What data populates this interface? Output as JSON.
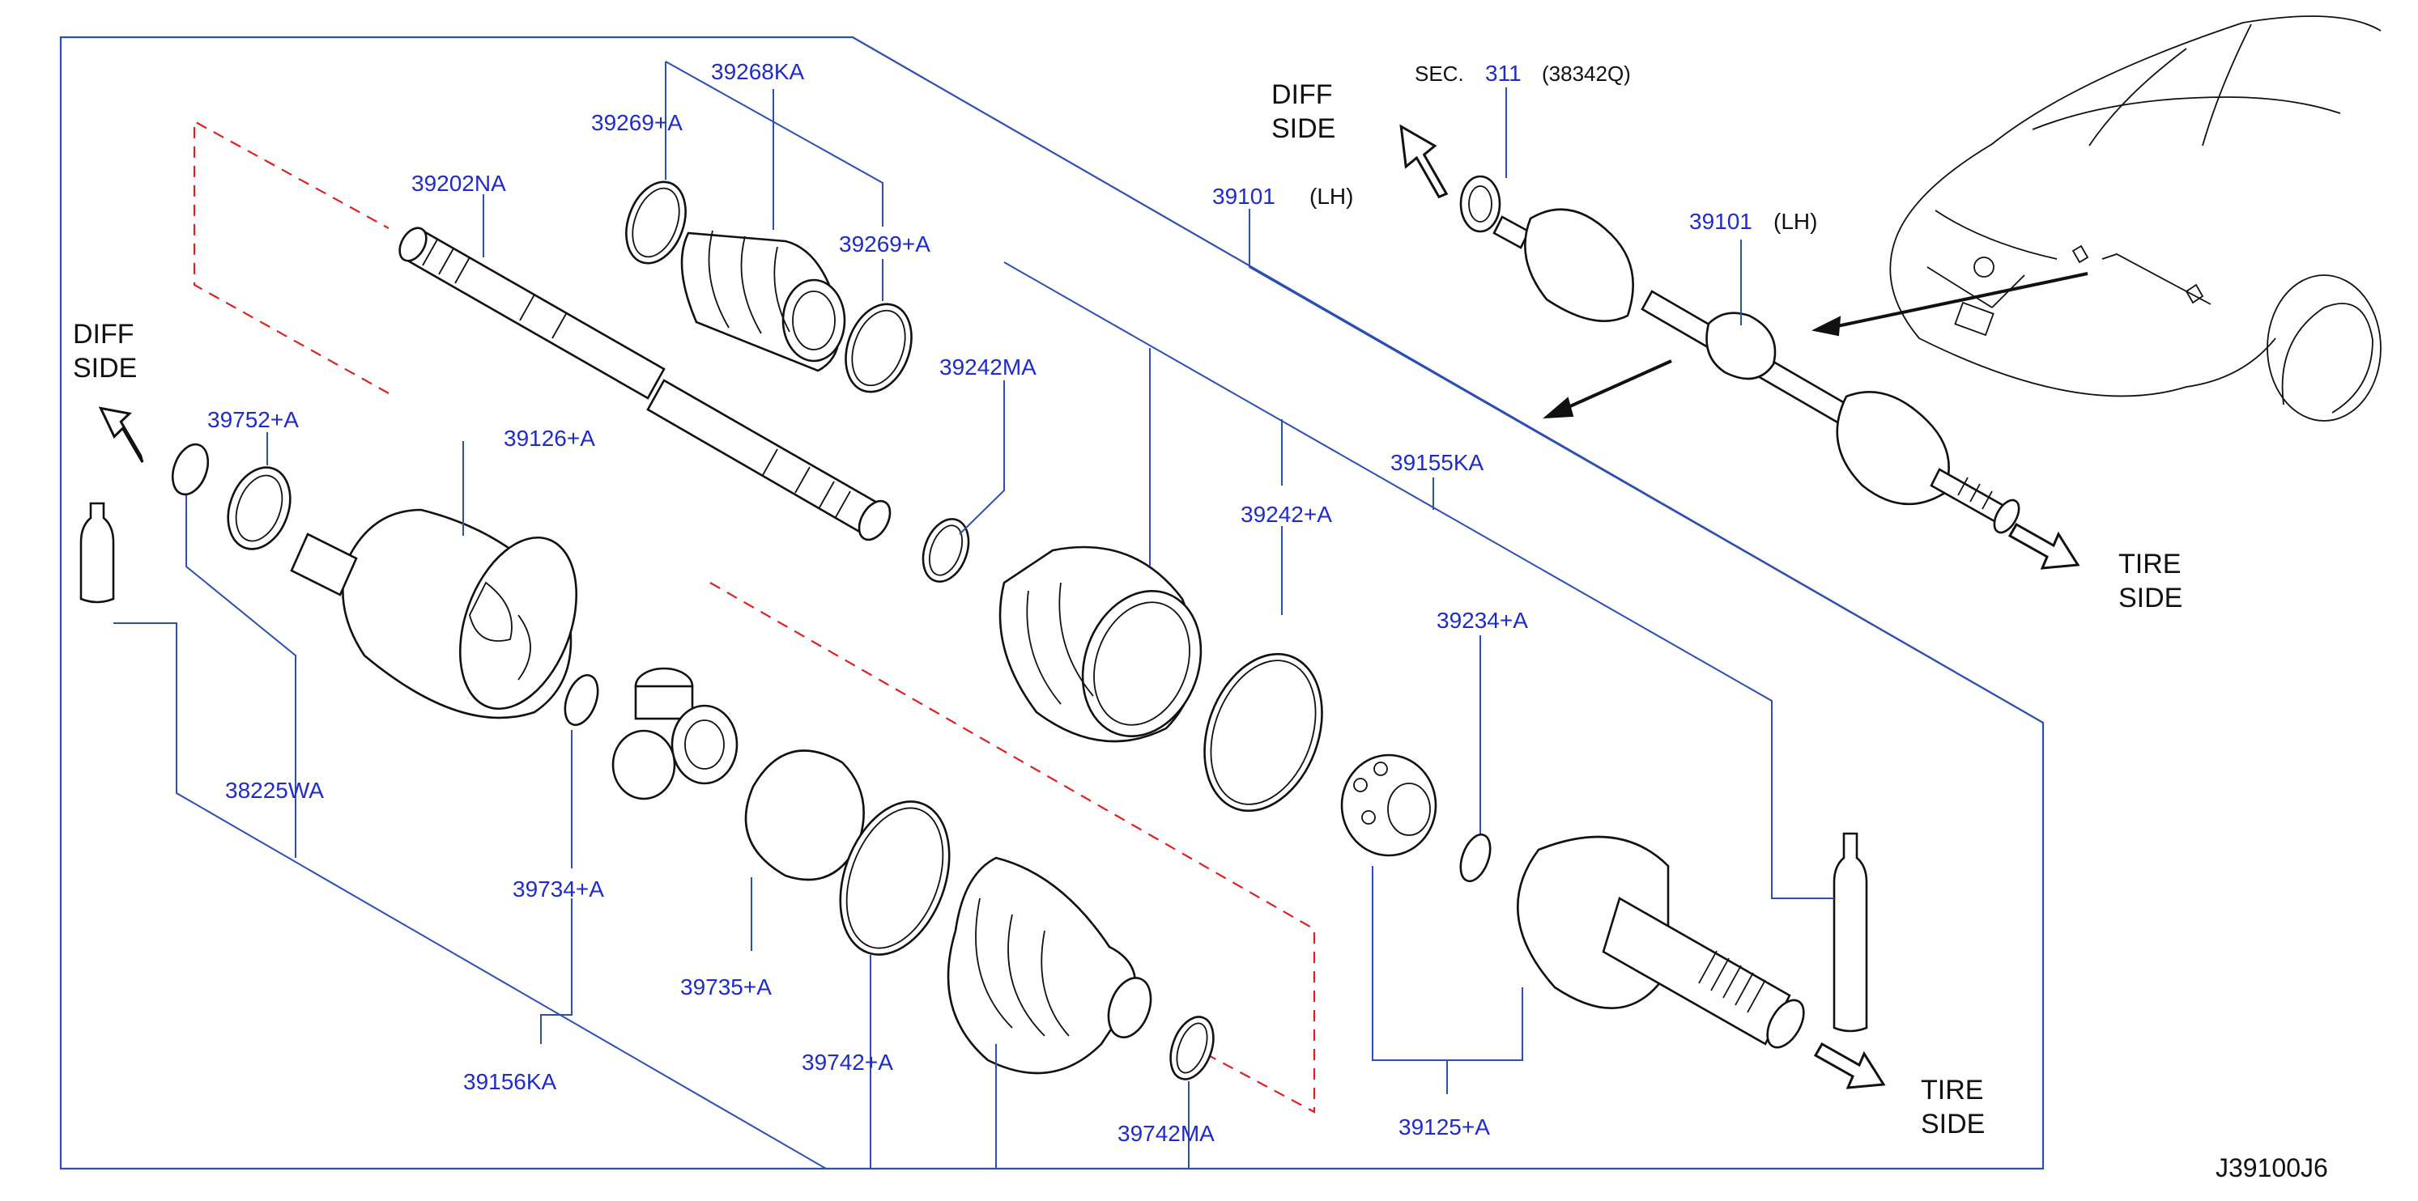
{
  "labels": {
    "p39268KA": "39268KA",
    "p39269A_1": "39269+A",
    "p39269A_2": "39269+A",
    "p39202NA": "39202NA",
    "p39101": "39101",
    "lh1": "(LH)",
    "p39242MA": "39242MA",
    "p39752A": "39752+A",
    "p39126A": "39126+A",
    "p39155KA": "39155KA",
    "p39242A": "39242+A",
    "p39234A": "39234+A",
    "p38225WA": "38225WA",
    "p39734A": "39734+A",
    "p39735A": "39735+A",
    "p39742A": "39742+A",
    "p39156KA": "39156KA",
    "p39742MA": "39742MA",
    "p39125A": "39125+A",
    "inset_sec": "SEC.",
    "inset_sec_num": "311",
    "inset_sec_ref": "(38342Q)",
    "inset_39101": "39101",
    "inset_lh": "(LH)",
    "diagram_code": "J39100J6"
  },
  "side_labels": {
    "diff_left_1": "DIFF",
    "diff_left_2": "SIDE",
    "diff_top_1": "DIFF",
    "diff_top_2": "SIDE",
    "tire_right_1": "TIRE",
    "tire_right_2": "SIDE",
    "tire_bottom_1": "TIRE",
    "tire_bottom_2": "SIDE"
  },
  "colors": {
    "part_number": "#1f2ccc",
    "leader_line": "#2b4fb3",
    "assembly_dash": "#e02020",
    "line_art": "#111111"
  }
}
